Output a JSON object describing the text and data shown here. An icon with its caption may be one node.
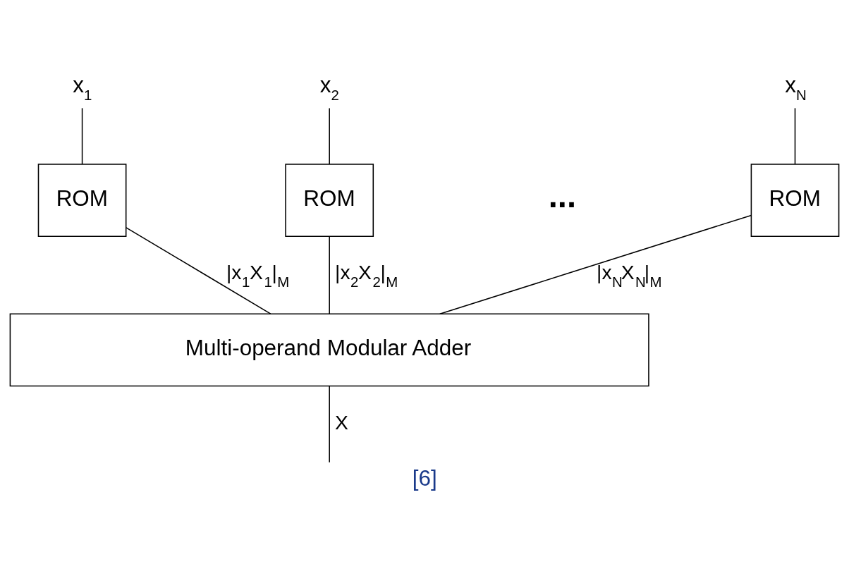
{
  "diagram": {
    "caption": "[6]",
    "nodes": [
      {
        "text": [
          "x$_{1}$"
        ]
      },
      {
        "text": [
          "x$_{2}$"
        ]
      },
      {
        "text": [
          "x$_{N}$"
        ]
      },
      {
        "text": [
          "ROM"
        ]
      },
      {
        "text": [
          "ROM"
        ]
      },
      {
        "text": [
          "ROM"
        ]
      },
      {
        "text": [
          "Multi-operand Modular Adder"
        ]
      }
    ],
    "edges": [
      {
        "from": 0,
        "to": 3,
        "arrow": "none"
      },
      {
        "from": 1,
        "to": 4,
        "arrow": "none"
      },
      {
        "from": 2,
        "to": 5,
        "arrow": "none"
      },
      {
        "from": 3,
        "to": 6,
        "arrow": "none",
        "label": "|x$_{1}$X$_{1}$|$_{M}$"
      },
      {
        "from": 4,
        "to": 6,
        "arrow": "none",
        "label": "|x$_{2}$X$_{2}$|$_{M}$"
      },
      {
        "from": 5,
        "to": 6,
        "arrow": "none",
        "label": "|x$_{N}$X$_{N}$|$_{M}$"
      },
      {
        "from": 6,
        "to": null,
        "arrow": "none",
        "label": "X"
      }
    ],
    "labels": [
      "..."
    ]
  }
}
